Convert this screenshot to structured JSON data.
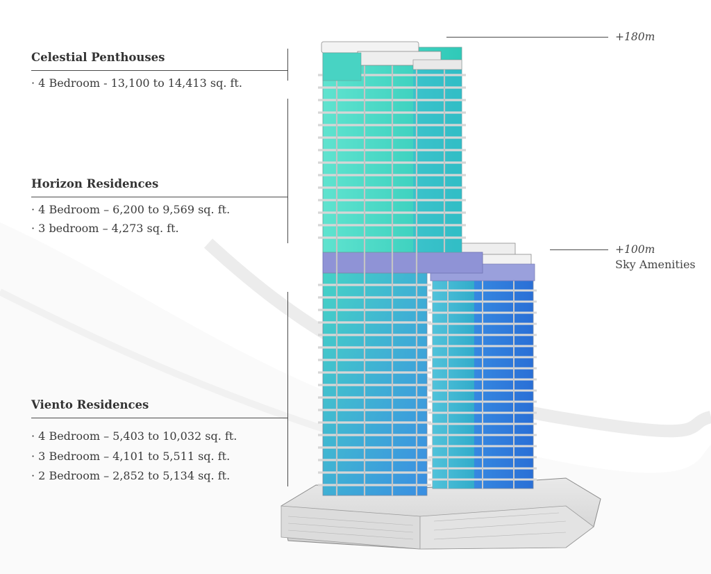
{
  "sections": [
    {
      "id": "celestial",
      "title": "Celestial Penthouses",
      "items": [
        "· 4 Bedroom - 13,100 to 14,413 sq. ft."
      ]
    },
    {
      "id": "horizon",
      "title": "Horizon Residences",
      "items": [
        "· 4 Bedroom – 6,200 to 9,569 sq. ft.",
        "· 3 bedroom – 4,273 sq. ft."
      ]
    },
    {
      "id": "viento",
      "title": "Viento Residences",
      "items": [
        "· 4 Bedroom – 5,403 to 10,032 sq. ft.",
        "· 3 Bedroom – 4,101 to 5,511 sq. ft.",
        "· 2 Bedroom – 2,852 to 5,134 sq. ft."
      ]
    }
  ],
  "callouts": {
    "top": {
      "height": "+180m"
    },
    "sky": {
      "height": "+100m",
      "label": "Sky Amenities"
    }
  },
  "colors": {
    "teal": "#3fd9c4",
    "blue": "#2f8fe0",
    "lilac": "#8f93d6",
    "structure": "#cfcfcf",
    "rule": "#4a4a4a"
  }
}
